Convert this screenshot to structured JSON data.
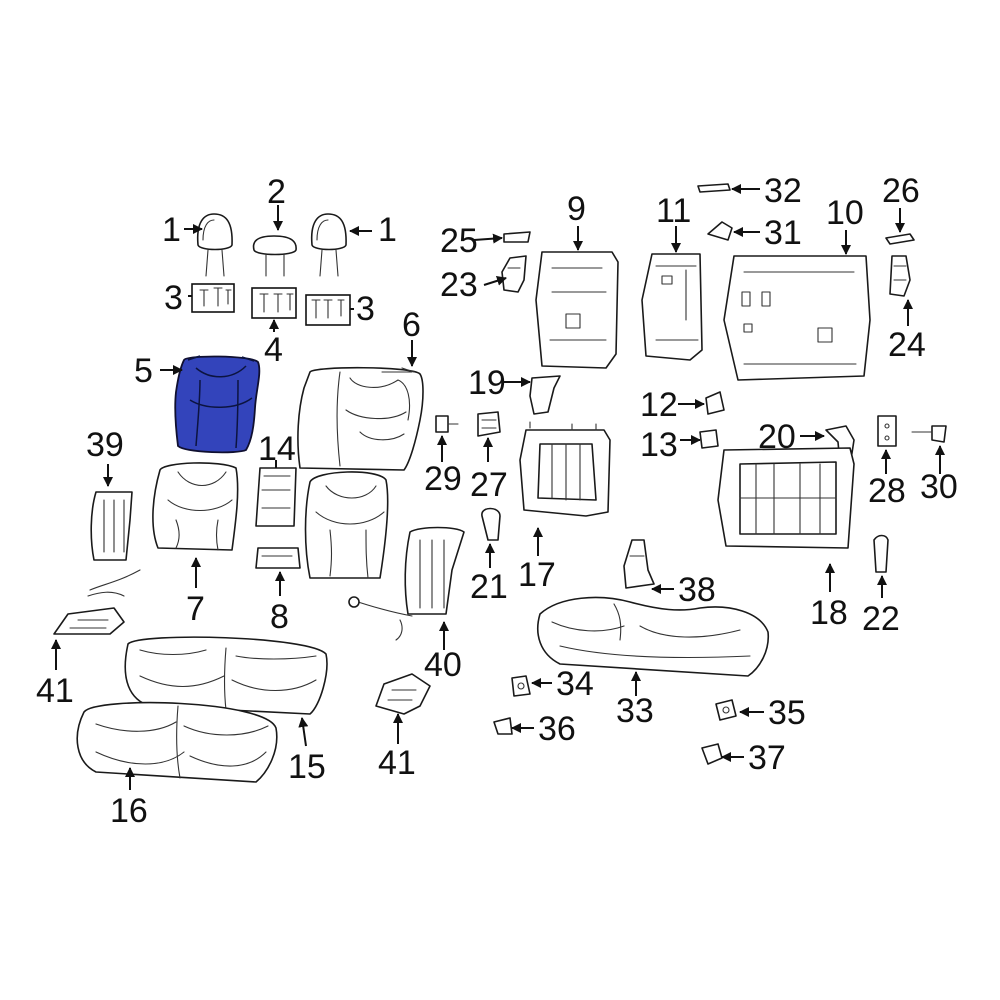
{
  "diagram": {
    "highlight_color": "#3344bb",
    "callouts": {
      "c1a": "1",
      "c1b": "1",
      "c2": "2",
      "c3a": "3",
      "c3b": "3",
      "c4": "4",
      "c5": "5",
      "c6": "6",
      "c7": "7",
      "c8": "8",
      "c9": "9",
      "c10": "10",
      "c11": "11",
      "c12": "12",
      "c13": "13",
      "c14": "14",
      "c15": "15",
      "c16": "16",
      "c17": "17",
      "c18": "18",
      "c19": "19",
      "c20": "20",
      "c21": "21",
      "c22": "22",
      "c23": "23",
      "c24": "24",
      "c25": "25",
      "c26": "26",
      "c27": "27",
      "c28": "28",
      "c29": "29",
      "c30": "30",
      "c31": "31",
      "c32": "32",
      "c33": "33",
      "c34": "34",
      "c35": "35",
      "c36": "36",
      "c37": "37",
      "c38": "38",
      "c39": "39",
      "c40": "40",
      "c41a": "41",
      "c41b": "41"
    }
  }
}
